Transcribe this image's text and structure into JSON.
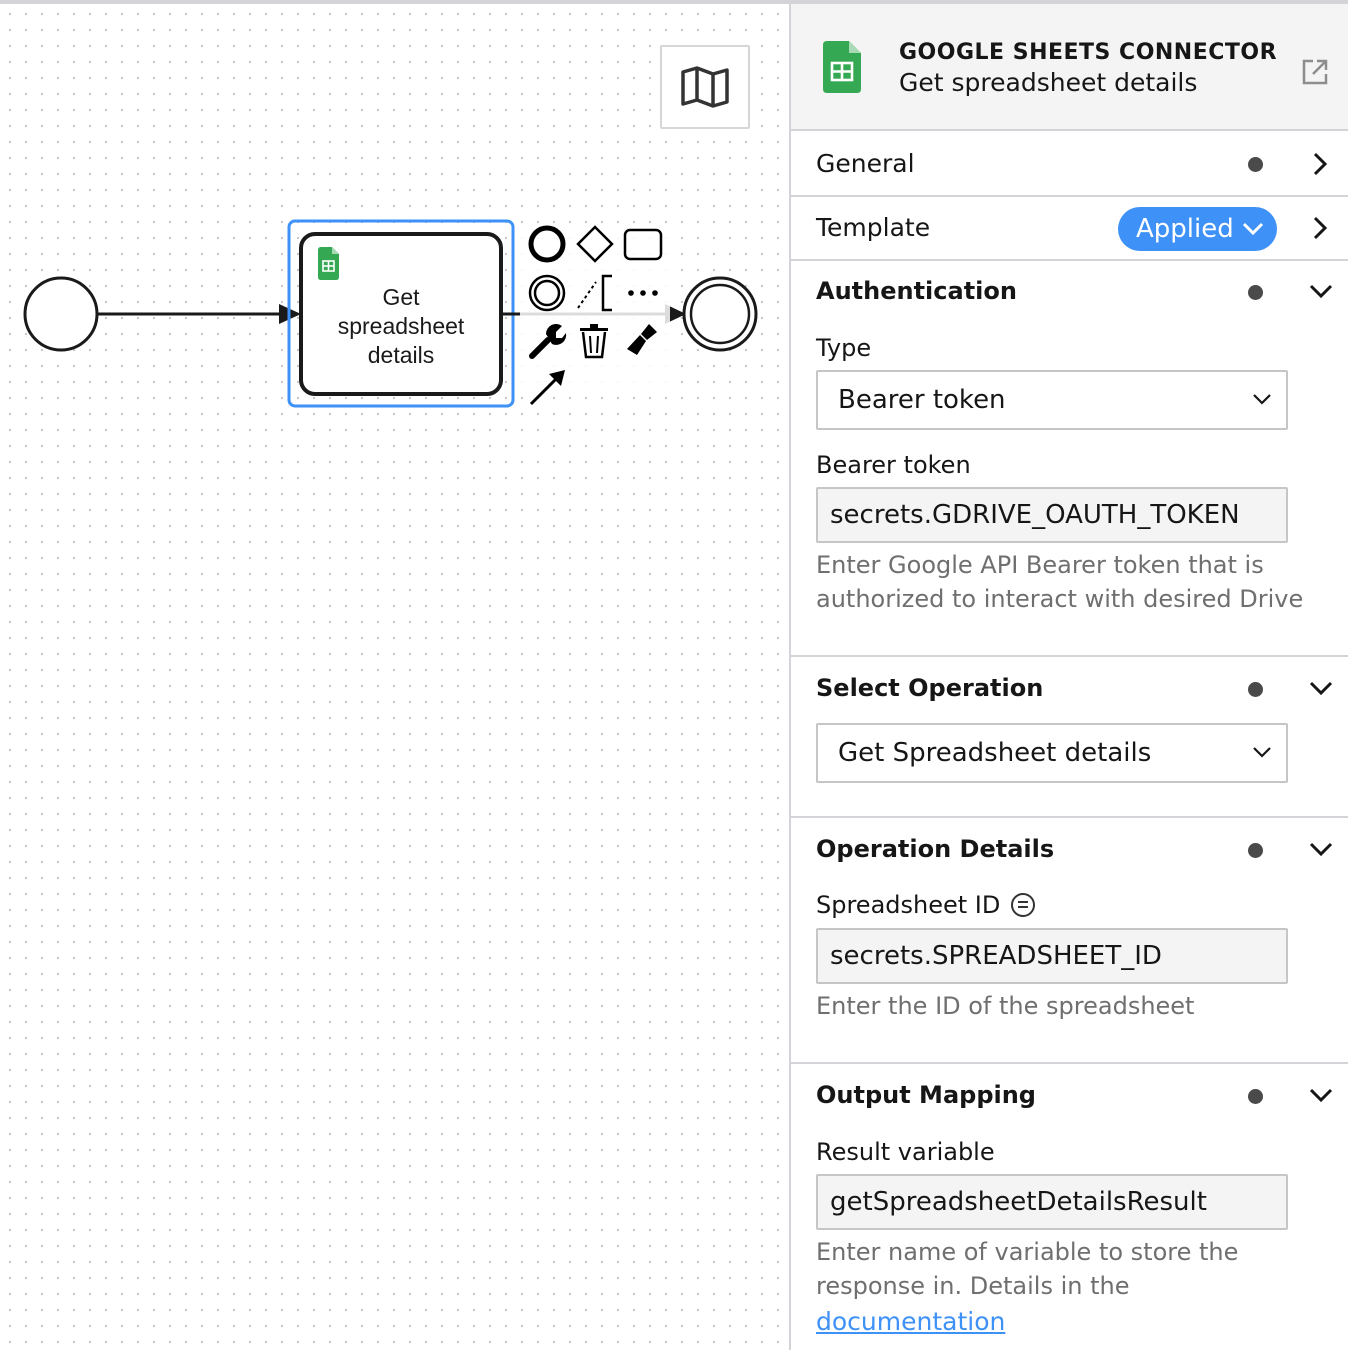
{
  "canvas": {
    "task": {
      "label_lines": [
        "Get",
        "spreadsheet",
        "details"
      ]
    }
  },
  "panel": {
    "header": {
      "title": "GOOGLE SHEETS CONNECTOR",
      "subtitle": "Get spreadsheet details"
    },
    "groups": {
      "general": "General",
      "template": "Template",
      "template_status": "Applied",
      "authentication": "Authentication",
      "select_operation": "Select Operation",
      "operation_details": "Operation Details",
      "output_mapping": "Output Mapping"
    },
    "authentication": {
      "type_label": "Type",
      "type_value": "Bearer token",
      "token_label": "Bearer token",
      "token_value": "secrets.GDRIVE_OAUTH_TOKEN",
      "token_help_1": "Enter Google API Bearer token that is",
      "token_help_2": "authorized to interact with desired Drive"
    },
    "operation": {
      "value": "Get Spreadsheet details"
    },
    "operation_details": {
      "id_label": "Spreadsheet ID",
      "id_value": "secrets.SPREADSHEET_ID",
      "id_help": "Enter the ID of the spreadsheet"
    },
    "output_mapping": {
      "result_label": "Result variable",
      "result_value": "getSpreadsheetDetailsResult",
      "help_1": "Enter name of variable to store the",
      "help_2": "response in. Details in the",
      "doc_link": "documentation"
    }
  },
  "colors": {
    "accent": "#3e91f7",
    "sheets_green": "#34a853",
    "selection": "#3e91f7"
  }
}
